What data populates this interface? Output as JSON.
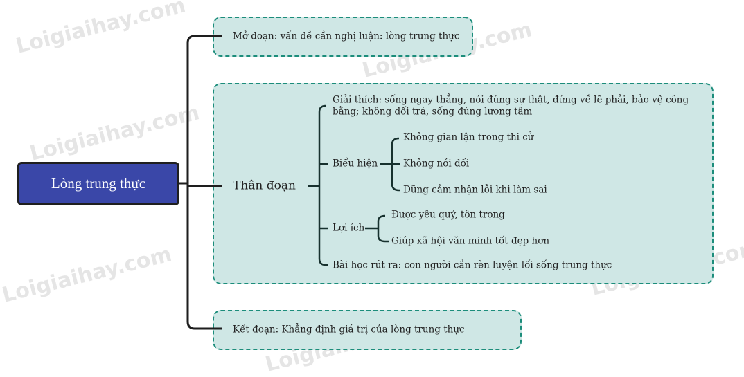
{
  "root": {
    "label": "Lòng trung thực"
  },
  "mo_doan": {
    "label": "Mở đoạn: vấn đề cần nghị luận: lòng trung thực"
  },
  "than_doan": {
    "label": "Thân đoạn",
    "giai_thich": {
      "line1": "Giải thích: sống ngay thẳng, nói đúng sự thật, đứng về lẽ phải, bảo vệ công",
      "line2": "bằng; không dối trá, sống đúng lương tâm"
    },
    "bieu_hien": {
      "label": "Biểu hiện",
      "items": [
        "Không gian lận trong thi cử",
        "Không nói dối",
        "Dũng cảm nhận lỗi khi làm sai"
      ]
    },
    "loi_ich": {
      "label": "Lợi ích",
      "items": [
        "Được yêu quý, tôn trọng",
        "Giúp xã hội văn minh tốt đẹp hơn"
      ]
    },
    "bai_hoc": {
      "label": "Bài học rút ra: con người cần rèn luyện lối sống trung thực"
    }
  },
  "ket_doan": {
    "label": "Kết đoạn: Khẳng định giá trị của lòng trung thực"
  },
  "watermark": "Loigiaihay.com"
}
